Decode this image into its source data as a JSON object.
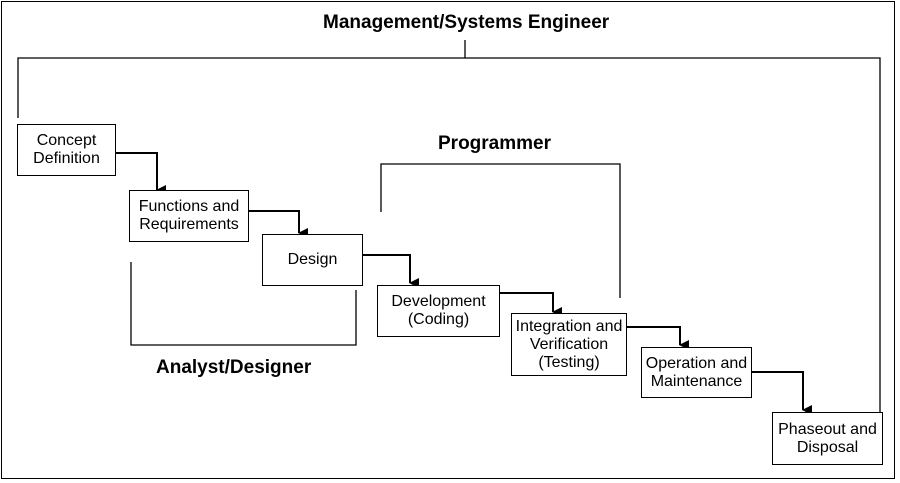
{
  "roles": {
    "management": "Management/Systems Engineer",
    "programmer": "Programmer",
    "analyst": "Analyst/Designer"
  },
  "phases": [
    {
      "line1": "Concept",
      "line2": "Definition"
    },
    {
      "line1": "Functions and",
      "line2": "Requirements"
    },
    {
      "line1": "Design"
    },
    {
      "line1": "Development",
      "line2": "(Coding)"
    },
    {
      "line1": "Integration and",
      "line2": "Verification",
      "line3": "(Testing)"
    },
    {
      "line1": "Operation and",
      "line2": "Maintenance"
    },
    {
      "line1": "Phaseout and",
      "line2": "Disposal"
    }
  ]
}
